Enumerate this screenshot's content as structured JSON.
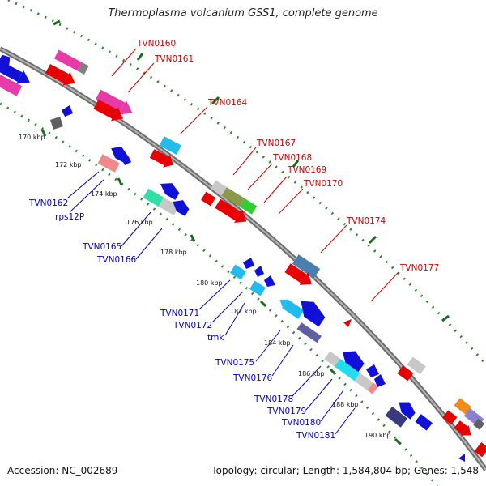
{
  "title": "Thermoplasma volcanium GSS1, complete genome",
  "footer": {
    "accession": "Accession: NC_002689",
    "topology": "Topology: circular; Length: 1,584,804 bp; Genes: 1,548"
  },
  "colors": {
    "backbone": "#8a8a8a",
    "dots": "#2a8a2a",
    "forward_label": "#d00000",
    "reverse_label": "#0000c0"
  },
  "ticks": [
    "170 kbp",
    "172 kbp",
    "174 kbp",
    "176 kbp",
    "178 kbp",
    "180 kbp",
    "182 kbp",
    "184 kbp",
    "186 kbp",
    "188 kbp",
    "190 kbp"
  ],
  "forward_labels": [
    "TVN0160",
    "TVN0161",
    "TVN0164",
    "TVN0167",
    "TVN0168",
    "TVN0169",
    "TVN0170",
    "TVN0174",
    "TVN0177"
  ],
  "reverse_labels": [
    "TVN0162",
    "rps12P",
    "TVN0165",
    "TVN0166",
    "TVN0171",
    "TVN0172",
    "tmk",
    "TVN0175",
    "TVN0176",
    "TVN0178",
    "TVN0179",
    "TVN0180",
    "TVN0181"
  ]
}
